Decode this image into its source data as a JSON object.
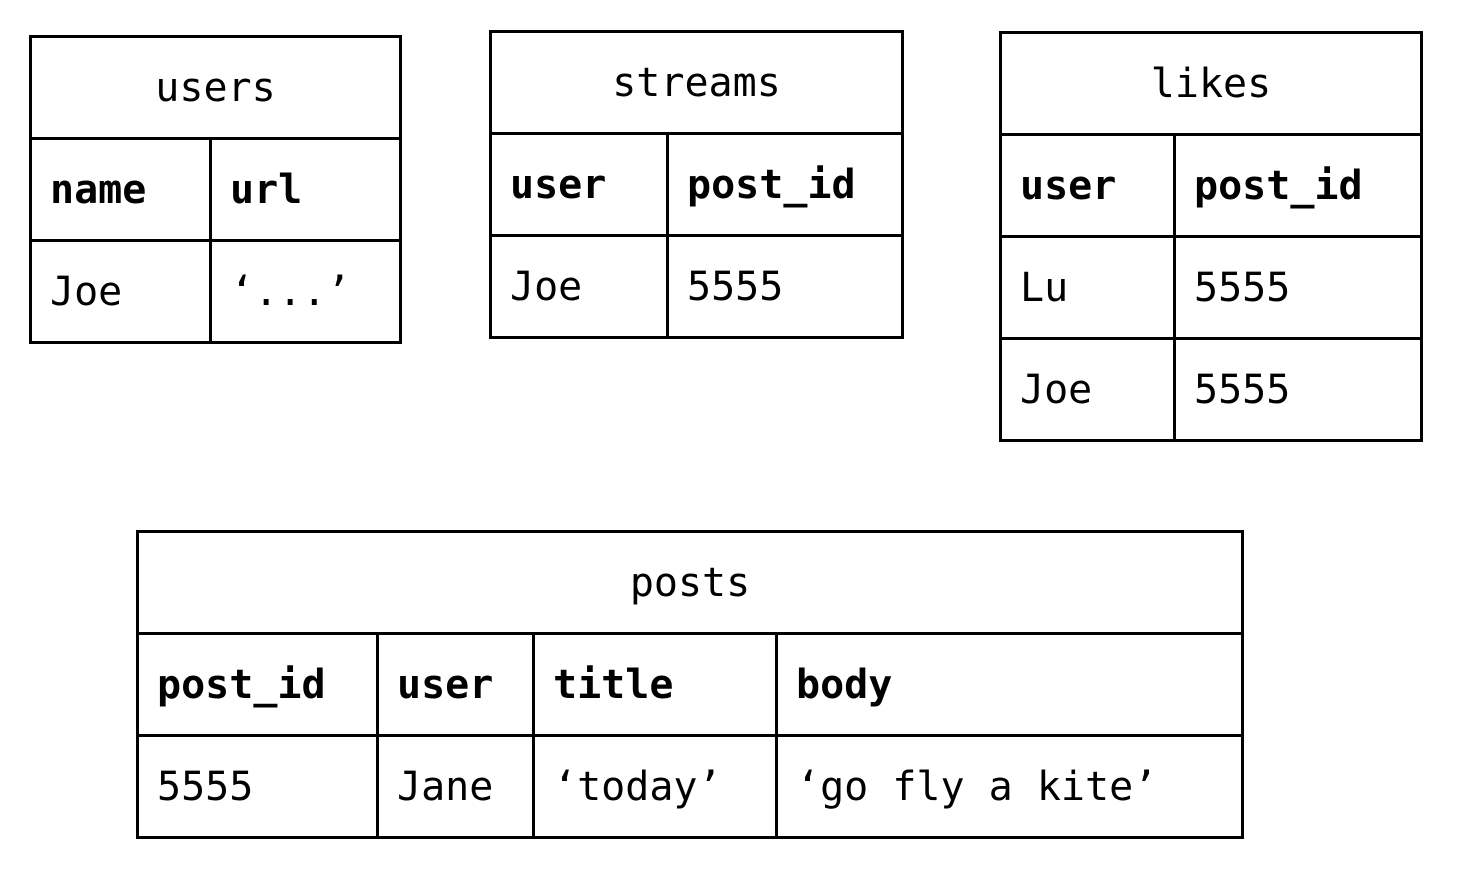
{
  "tables": {
    "users": {
      "title": "users",
      "columns": [
        "name",
        "url"
      ],
      "rows": [
        [
          "Joe",
          "‘...’"
        ]
      ]
    },
    "streams": {
      "title": "streams",
      "columns": [
        "user",
        "post_id"
      ],
      "rows": [
        [
          "Joe",
          "5555"
        ]
      ]
    },
    "likes": {
      "title": "likes",
      "columns": [
        "user",
        "post_id"
      ],
      "rows": [
        [
          "Lu",
          "5555"
        ],
        [
          "Joe",
          "5555"
        ]
      ]
    },
    "posts": {
      "title": "posts",
      "columns": [
        "post_id",
        "user",
        "title",
        "body"
      ],
      "rows": [
        [
          "5555",
          "Jane",
          "‘today’",
          "‘go fly a kite’"
        ]
      ]
    }
  }
}
